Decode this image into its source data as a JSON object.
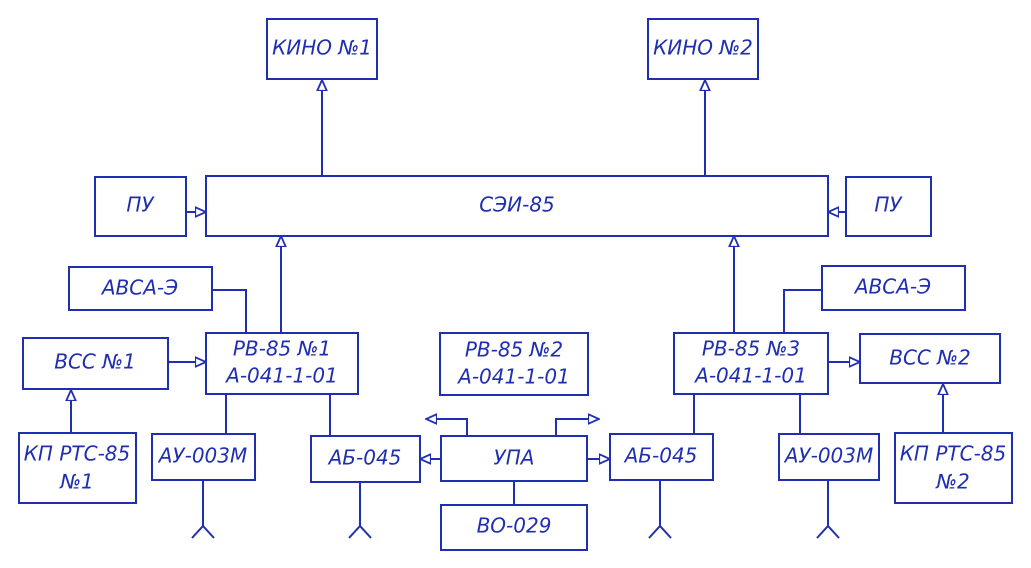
{
  "diagram": {
    "ink_color": "#1f2fb0",
    "blocks": {
      "kino1": "КИНО №1",
      "kino2": "КИНО №2",
      "pu_left": "ПУ",
      "sei": "СЭИ-85",
      "pu_right": "ПУ",
      "avsa_left": "АВСА-Э",
      "avsa_right": "АВСА-Э",
      "rv1_line1": "РВ-85 №1",
      "rv1_line2": "А-041-1-01",
      "rv2_line1": "РВ-85 №2",
      "rv2_line2": "А-041-1-01",
      "rv3_line1": "РВ-85 №3",
      "rv3_line2": "А-041-1-01",
      "vss1": "ВСС №1",
      "vss2": "ВСС №2",
      "kp1_line1": "КП РТС-85",
      "kp1_line2": "№1",
      "kp2_line1": "КП РТС-85",
      "kp2_line2": "№2",
      "au_left": "АУ-003М",
      "au_right": "АУ-003М",
      "ab_left": "АБ-045",
      "ab_right": "АБ-045",
      "upa": "УПА",
      "vo": "ВО-029"
    }
  }
}
